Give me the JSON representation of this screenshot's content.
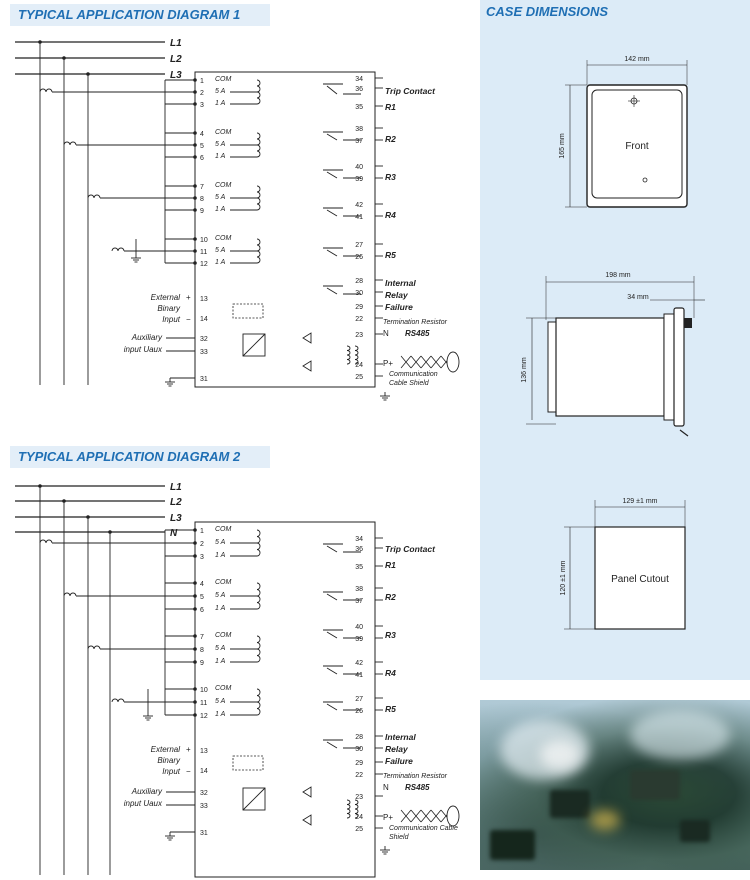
{
  "diagram1": {
    "title": "TYPICAL APPLICATION DIAGRAM 1",
    "lines": [
      "L1",
      "L2",
      "L3"
    ]
  },
  "diagram2": {
    "title": "TYPICAL APPLICATION DIAGRAM 2",
    "lines": [
      "L1",
      "L2",
      "L3",
      "N"
    ]
  },
  "terminals": {
    "left": [
      {
        "n": "1",
        "label": "COM"
      },
      {
        "n": "2",
        "label": "5 A"
      },
      {
        "n": "3",
        "label": "1 A"
      },
      {
        "n": "4",
        "label": "COM"
      },
      {
        "n": "5",
        "label": "5 A"
      },
      {
        "n": "6",
        "label": "1 A"
      },
      {
        "n": "7",
        "label": "COM"
      },
      {
        "n": "8",
        "label": "5 A"
      },
      {
        "n": "9",
        "label": "1 A"
      },
      {
        "n": "10",
        "label": "COM"
      },
      {
        "n": "11",
        "label": "5 A"
      },
      {
        "n": "12",
        "label": "1 A"
      }
    ],
    "right": [
      "34",
      "36",
      "35",
      "38",
      "37",
      "40",
      "39",
      "42",
      "41",
      "27",
      "26",
      "28",
      "30",
      "29",
      "22",
      "23",
      "24",
      "25"
    ],
    "relays": {
      "trip": "Trip Contact",
      "r1": "R1",
      "r2": "R2",
      "r3": "R3",
      "r4": "R4",
      "r5": "R5",
      "internal": "Internal",
      "relay": "Relay",
      "failure": "Failure"
    },
    "binary": {
      "line1": "External",
      "line2": "Binary",
      "line3": "Input",
      "n13": "13",
      "n14": "14",
      "plus": "+",
      "minus": "−"
    },
    "aux": {
      "line1": "Auxiliary",
      "line2": "input Uaux",
      "n32": "32",
      "n33": "33"
    },
    "earth": "31",
    "comm": {
      "termination": "Termination Resistor",
      "n": "N",
      "rs485": "RS485",
      "p": "P+",
      "shield1": "Communication",
      "shield2": "Cable Shield",
      "d2_shield1": "Communication Cable",
      "d2_shield2": "Shield"
    }
  },
  "case": {
    "title": "CASE DIMENSIONS",
    "front_width": "142 mm",
    "front_height": "165 mm",
    "front_label": "Front",
    "side_width": "198 mm",
    "side_depth": "34 mm",
    "side_height": "136 mm",
    "cutout_width": "129 ±1 mm",
    "cutout_height": "120 ±1 mm",
    "cutout_label": "Panel Cutout"
  }
}
